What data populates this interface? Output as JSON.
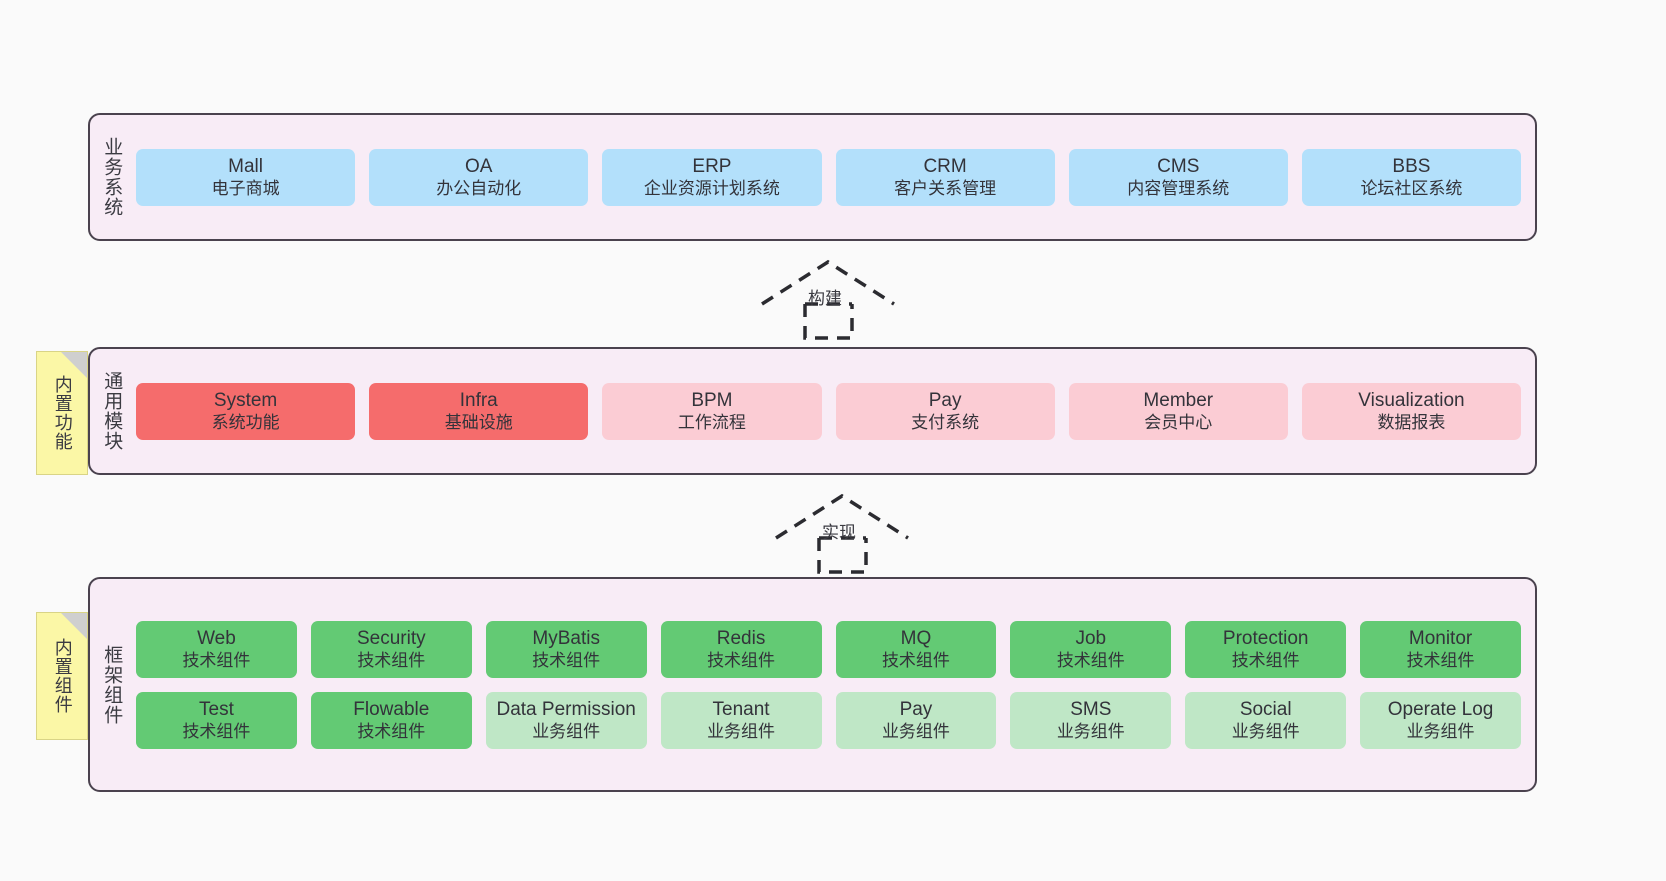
{
  "diagram": {
    "background_color": "#fafafa",
    "band_fill": "#f8ecf6",
    "band_stroke": "#4a424e",
    "note_fill": "#fbf7a6"
  },
  "layers": [
    {
      "id": "business",
      "title": "业务系统",
      "rows": [
        {
          "nodes": [
            {
              "title": "Mall",
              "sub": "电子商城",
              "color": "#b3e0fb",
              "style": "c-blue"
            },
            {
              "title": "OA",
              "sub": "办公自动化",
              "color": "#b3e0fb",
              "style": "c-blue"
            },
            {
              "title": "ERP",
              "sub": "企业资源计划系统",
              "color": "#b3e0fb",
              "style": "c-blue"
            },
            {
              "title": "CRM",
              "sub": "客户关系管理",
              "color": "#b3e0fb",
              "style": "c-blue"
            },
            {
              "title": "CMS",
              "sub": "内容管理系统",
              "color": "#b3e0fb",
              "style": "c-blue"
            },
            {
              "title": "BBS",
              "sub": "论坛社区系统",
              "color": "#b3e0fb",
              "style": "c-blue"
            }
          ]
        }
      ]
    },
    {
      "id": "common",
      "title": "通用模块",
      "note": "内置功能",
      "rows": [
        {
          "nodes": [
            {
              "title": "System",
              "sub": "系统功能",
              "color": "#f56c6c",
              "style": "c-red"
            },
            {
              "title": "Infra",
              "sub": "基础设施",
              "color": "#f56c6c",
              "style": "c-red"
            },
            {
              "title": "BPM",
              "sub": "工作流程",
              "color": "#fbccd4",
              "style": "c-pink"
            },
            {
              "title": "Pay",
              "sub": "支付系统",
              "color": "#fbccd4",
              "style": "c-pink"
            },
            {
              "title": "Member",
              "sub": "会员中心",
              "color": "#fbccd4",
              "style": "c-pink"
            },
            {
              "title": "Visualization",
              "sub": "数据报表",
              "color": "#fbccd4",
              "style": "c-pink"
            }
          ]
        }
      ]
    },
    {
      "id": "framework",
      "title": "框架组件",
      "note": "内置组件",
      "rows": [
        {
          "nodes": [
            {
              "title": "Web",
              "sub": "技术组件",
              "color": "#63ca74",
              "style": "c-green"
            },
            {
              "title": "Security",
              "sub": "技术组件",
              "color": "#63ca74",
              "style": "c-green"
            },
            {
              "title": "MyBatis",
              "sub": "技术组件",
              "color": "#63ca74",
              "style": "c-green"
            },
            {
              "title": "Redis",
              "sub": "技术组件",
              "color": "#63ca74",
              "style": "c-green"
            },
            {
              "title": "MQ",
              "sub": "技术组件",
              "color": "#63ca74",
              "style": "c-green"
            },
            {
              "title": "Job",
              "sub": "技术组件",
              "color": "#63ca74",
              "style": "c-green"
            },
            {
              "title": "Protection",
              "sub": "技术组件",
              "color": "#63ca74",
              "style": "c-green"
            },
            {
              "title": "Monitor",
              "sub": "技术组件",
              "color": "#63ca74",
              "style": "c-green"
            }
          ]
        },
        {
          "nodes": [
            {
              "title": "Test",
              "sub": "技术组件",
              "color": "#63ca74",
              "style": "c-green"
            },
            {
              "title": "Flowable",
              "sub": "技术组件",
              "color": "#63ca74",
              "style": "c-green"
            },
            {
              "title": "Data Permission",
              "sub": "业务组件",
              "color": "#bfe7c6",
              "style": "c-lightgreen"
            },
            {
              "title": "Tenant",
              "sub": "业务组件",
              "color": "#bfe7c6",
              "style": "c-lightgreen"
            },
            {
              "title": "Pay",
              "sub": "业务组件",
              "color": "#bfe7c6",
              "style": "c-lightgreen"
            },
            {
              "title": "SMS",
              "sub": "业务组件",
              "color": "#bfe7c6",
              "style": "c-lightgreen"
            },
            {
              "title": "Social",
              "sub": "业务组件",
              "color": "#bfe7c6",
              "style": "c-lightgreen"
            },
            {
              "title": "Operate Log",
              "sub": "业务组件",
              "color": "#bfe7c6",
              "style": "c-lightgreen"
            }
          ]
        }
      ]
    }
  ],
  "connectors": [
    {
      "id": "build",
      "label": "构建",
      "from": "common",
      "to": "business"
    },
    {
      "id": "implement",
      "label": "实现",
      "from": "framework",
      "to": "common"
    }
  ]
}
